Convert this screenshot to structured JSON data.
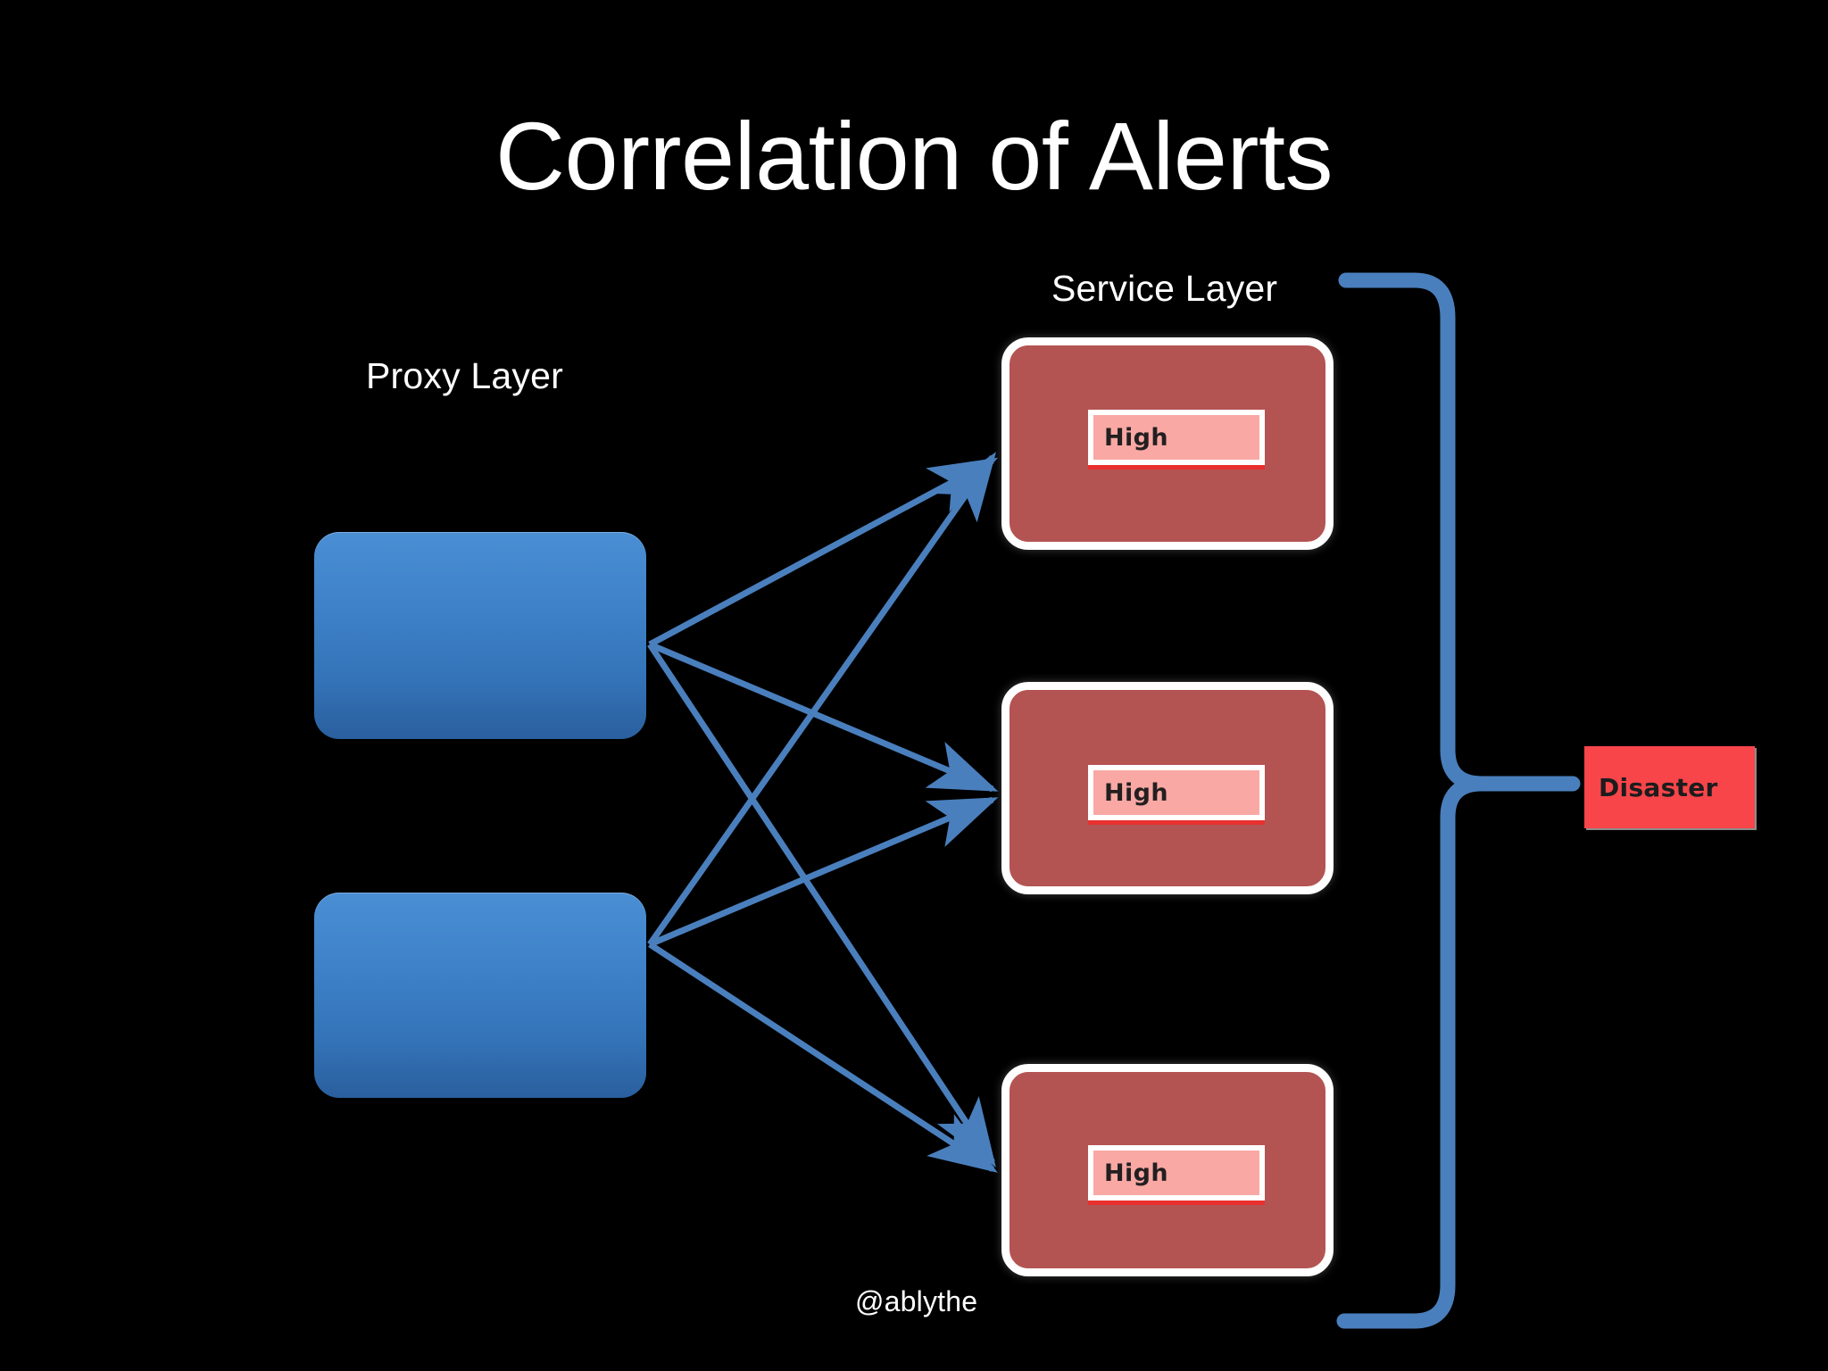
{
  "slide": {
    "title": "Correlation of Alerts",
    "background_color": "#000000",
    "watermark": "@ablythe"
  },
  "labels": {
    "proxy_layer": "Proxy Layer",
    "service_layer": "Service Layer"
  },
  "colors": {
    "title_text": "#ffffff",
    "proxy_node_top": "#4a8ed4",
    "proxy_node_bottom": "#2a5f9e",
    "service_node_fill": "#b35453",
    "service_node_border": "#ffffff",
    "severity_chip_fill": "#f9a8a4",
    "severity_chip_underline": "#e8302f",
    "disaster_fill": "#f8454a",
    "connector_line": "#4a7fbd",
    "brace_line": "#4a7fbd"
  },
  "proxy_nodes": [
    {
      "id": "proxy-1",
      "label": ""
    },
    {
      "id": "proxy-2",
      "label": ""
    }
  ],
  "service_nodes": [
    {
      "id": "service-1",
      "severity": "High"
    },
    {
      "id": "service-2",
      "severity": "High"
    },
    {
      "id": "service-3",
      "severity": "High"
    }
  ],
  "outcome": {
    "label": "Disaster"
  },
  "connectors": {
    "count": 6,
    "description": "Each proxy node connects by arrow to all three service nodes",
    "arrow_color": "#4a7fbd"
  },
  "brace": {
    "orientation": "right",
    "groups": "All three service alerts",
    "points_to": "Disaster"
  }
}
